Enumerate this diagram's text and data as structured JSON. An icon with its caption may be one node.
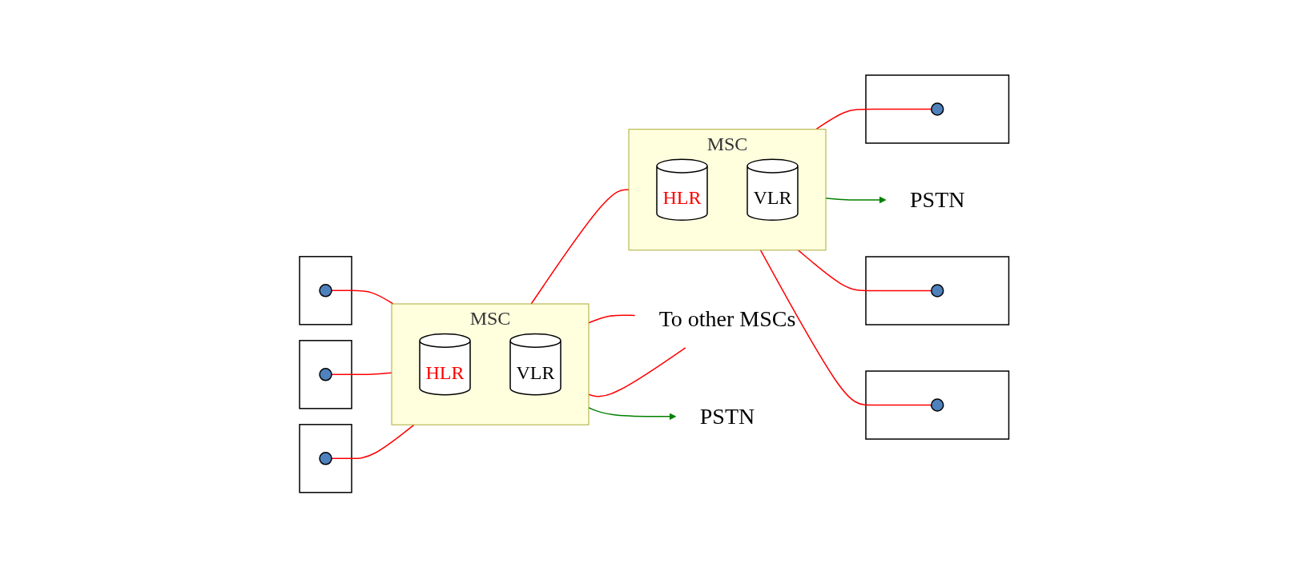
{
  "diagram": {
    "nodes": [
      {
        "text": [],
        "shape": "hexagon"
      },
      {
        "text": [],
        "shape": "circle",
        "in": 0
      },
      {
        "text": [],
        "shape": "hexagon"
      },
      {
        "text": [],
        "shape": "circle",
        "in": 2
      },
      {
        "text": [],
        "shape": "hexagon"
      },
      {
        "text": [],
        "shape": "circle",
        "in": 4
      },
      {
        "text": [
          "MSC"
        ]
      },
      {
        "text": [
          "HLR"
        ],
        "in": 6
      },
      {
        "text": [
          "VLR"
        ],
        "in": 6
      },
      {
        "text": [
          "To other MSCs"
        ]
      },
      {
        "text": [
          "MSC"
        ]
      },
      {
        "text": [
          "HLR"
        ],
        "in": 10
      },
      {
        "text": [
          "VLR"
        ],
        "in": 10
      },
      {
        "text": [],
        "shape": "hexagon"
      },
      {
        "text": [],
        "shape": "circle",
        "in": 13
      },
      {
        "text": [],
        "shape": "hexagon"
      },
      {
        "text": [],
        "shape": "circle",
        "in": 15
      },
      {
        "text": [],
        "shape": "hexagon"
      },
      {
        "text": [],
        "shape": "circle",
        "in": 17
      },
      {
        "text": [
          "PSTN"
        ]
      },
      {
        "text": [
          "PSTN"
        ]
      }
    ],
    "edges": [
      {
        "from": 1,
        "to": 6,
        "arrow": "none"
      },
      {
        "from": 3,
        "to": 6,
        "arrow": "none"
      },
      {
        "from": 5,
        "to": 6,
        "arrow": "none"
      },
      {
        "from": 6,
        "to": 10,
        "arrow": "none"
      },
      {
        "from": 6,
        "to": 9,
        "arrow": "none"
      },
      {
        "from": 6,
        "to": 9,
        "arrow": "none"
      },
      {
        "from": 10,
        "to": 14,
        "arrow": "none"
      },
      {
        "from": 10,
        "to": 16,
        "arrow": "none"
      },
      {
        "from": 10,
        "to": 18,
        "arrow": "none"
      },
      {
        "from": 6,
        "to": 19,
        "arrow": "to",
        "color": "#008000"
      },
      {
        "from": 10,
        "to": 20,
        "arrow": "to",
        "color": "#008000"
      }
    ]
  }
}
